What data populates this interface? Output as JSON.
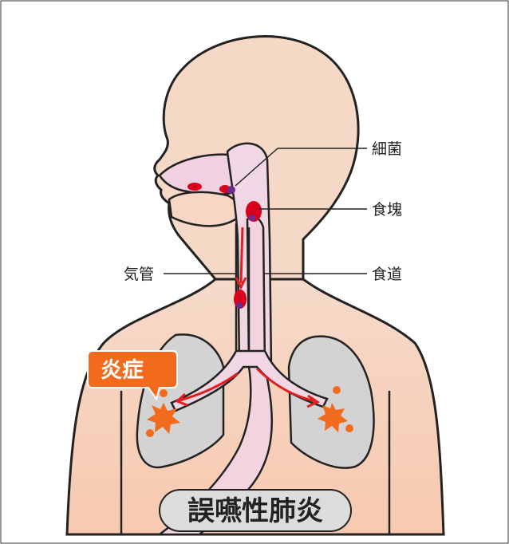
{
  "labels": {
    "bacteria": "細菌",
    "bolus": "食塊",
    "trachea": "気管",
    "esophagus": "食道",
    "inflammation": "炎症",
    "title": "誤嚥性肺炎"
  },
  "colors": {
    "skin": "#f7d4c0",
    "skin_edge": "#222222",
    "airway": "#f4d9e3",
    "lung": "#d3d3d3",
    "arrow": "#e02020",
    "bolus": "#d8001b",
    "bacteria": "#6a2c91",
    "inflammation": "#f26b1d"
  }
}
